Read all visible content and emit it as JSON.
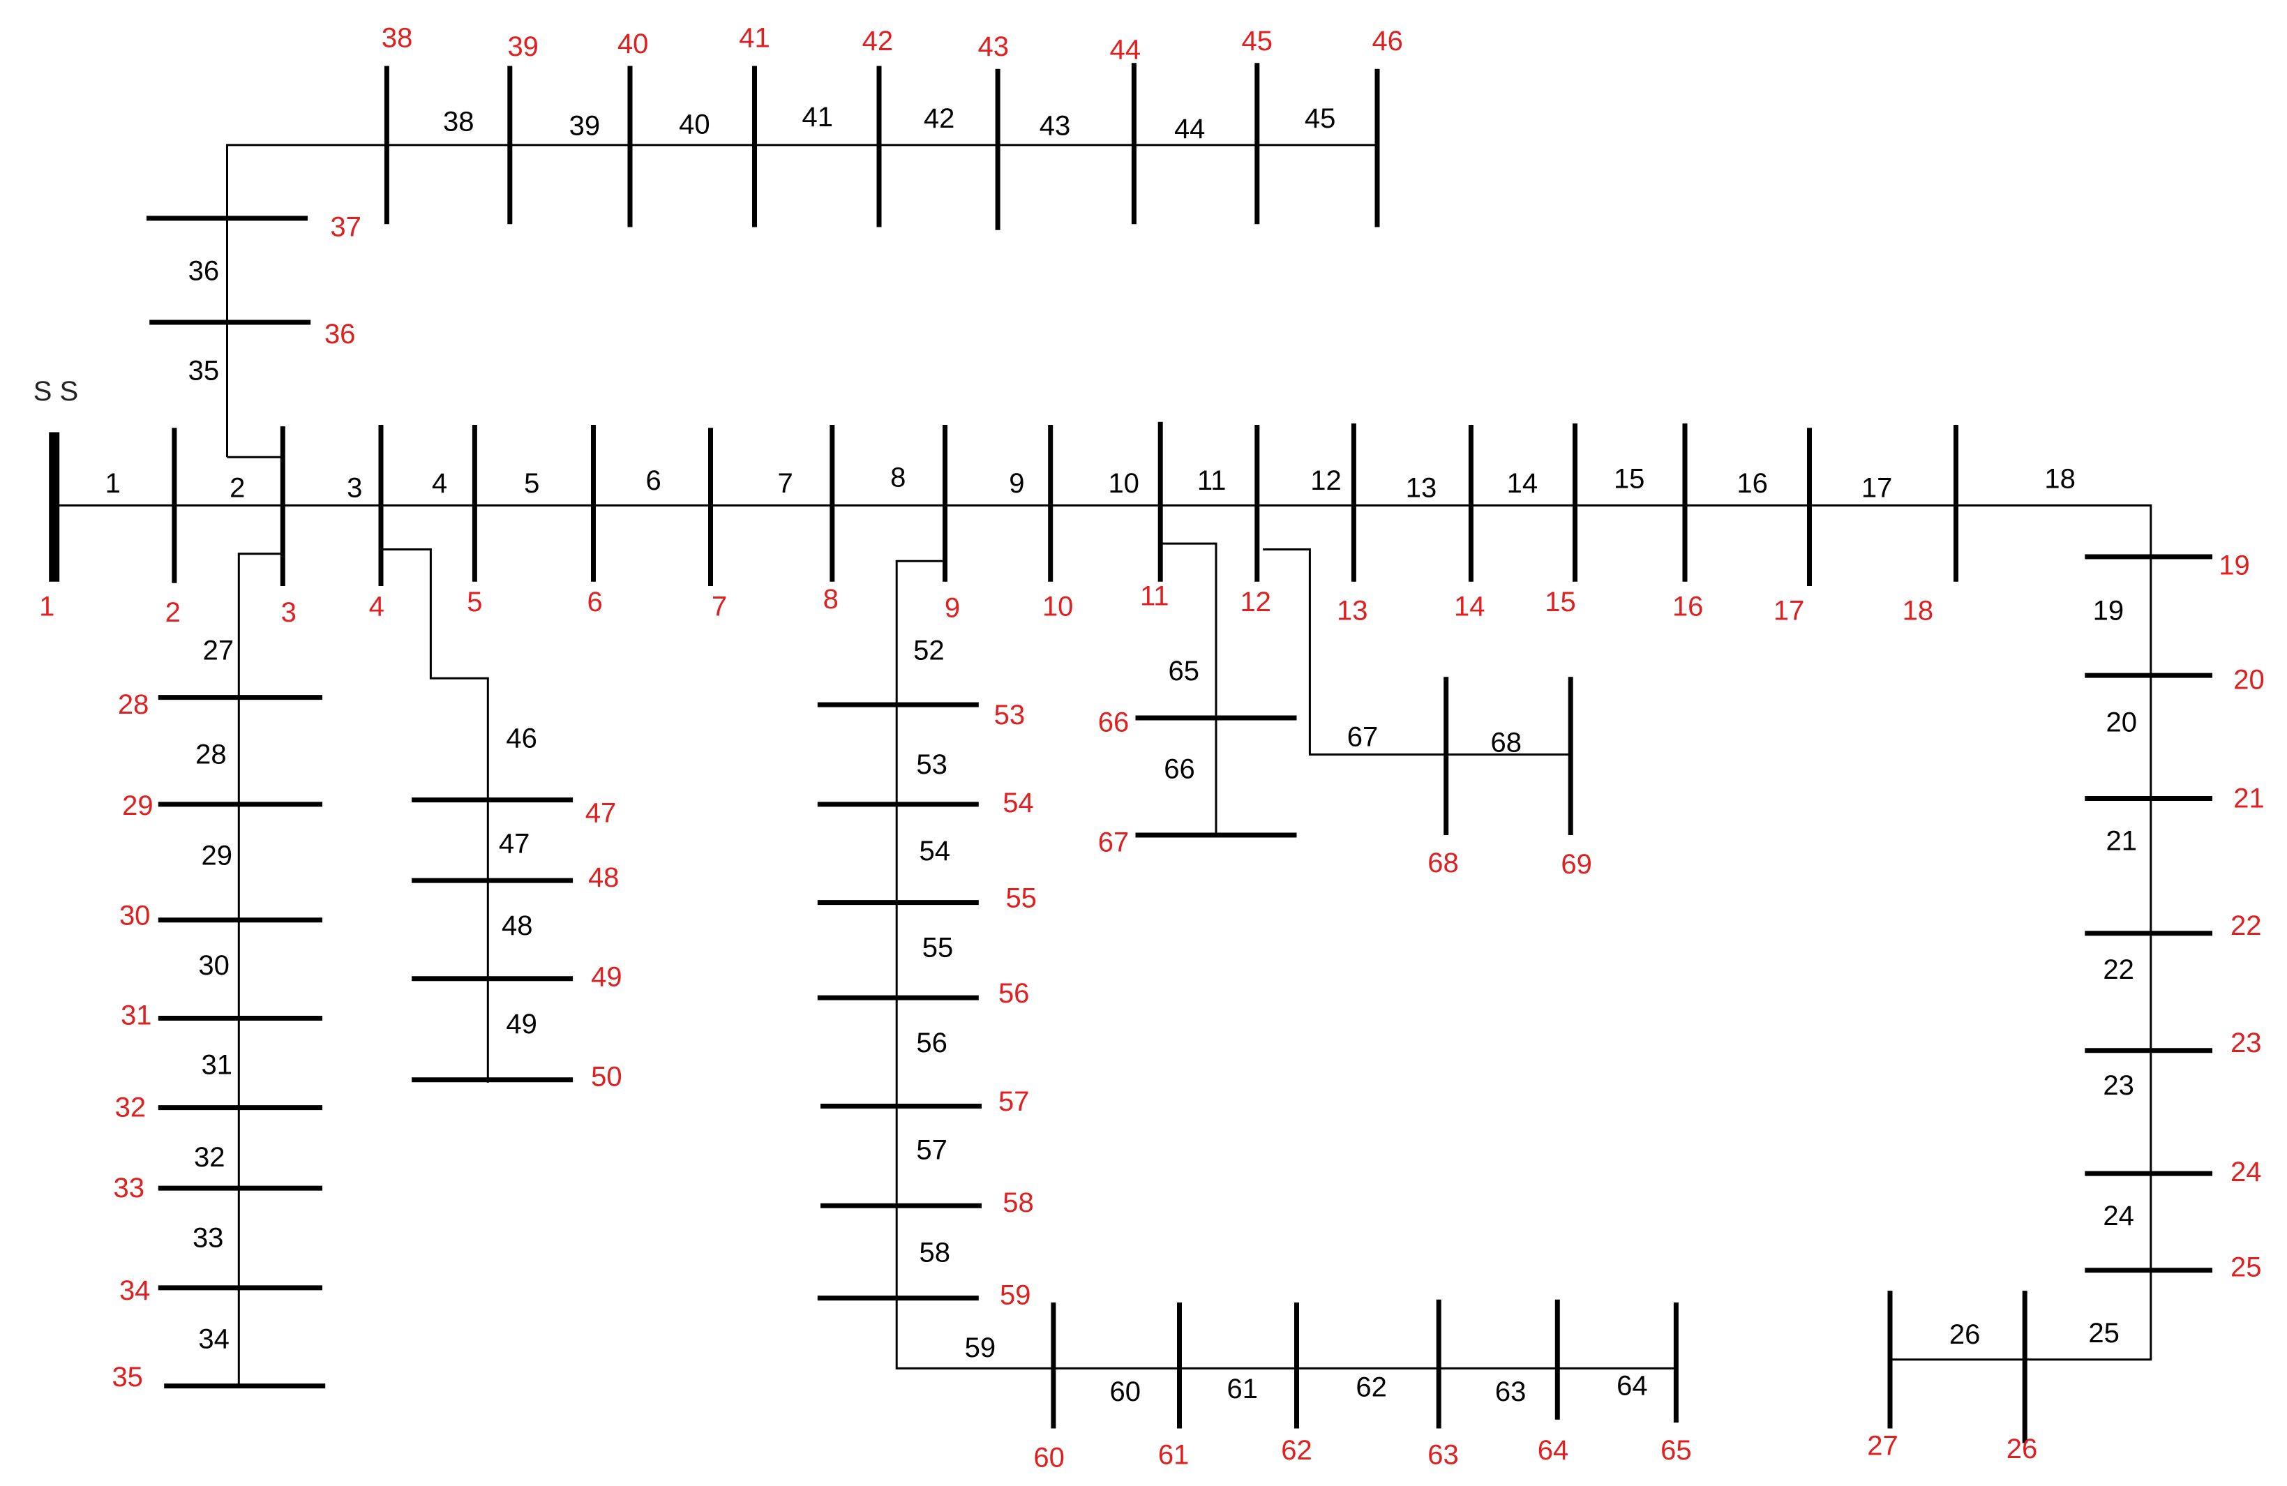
{
  "diagram": {
    "substation_label": "S S",
    "colors": {
      "bus_label": "#e02020",
      "line_label": "#000000",
      "bus_bar": "#000000"
    },
    "bus_labels": [
      "1",
      "2",
      "3",
      "4",
      "5",
      "6",
      "7",
      "8",
      "9",
      "10",
      "11",
      "12",
      "13",
      "14",
      "15",
      "16",
      "17",
      "18",
      "19",
      "20",
      "21",
      "22",
      "23",
      "24",
      "25",
      "26",
      "27",
      "28",
      "29",
      "30",
      "31",
      "32",
      "33",
      "34",
      "35",
      "36",
      "37",
      "38",
      "39",
      "40",
      "41",
      "42",
      "43",
      "44",
      "45",
      "46",
      "47",
      "48",
      "49",
      "50",
      "53",
      "54",
      "55",
      "56",
      "57",
      "58",
      "59",
      "60",
      "61",
      "62",
      "63",
      "64",
      "65",
      "66",
      "67",
      "68",
      "69"
    ],
    "line_labels": [
      "1",
      "2",
      "3",
      "4",
      "5",
      "6",
      "7",
      "8",
      "9",
      "10",
      "11",
      "12",
      "13",
      "14",
      "15",
      "16",
      "17",
      "18",
      "19",
      "20",
      "21",
      "22",
      "23",
      "24",
      "25",
      "26",
      "27",
      "28",
      "29",
      "30",
      "31",
      "32",
      "33",
      "34",
      "35",
      "36",
      "38",
      "39",
      "40",
      "41",
      "42",
      "43",
      "44",
      "45",
      "46",
      "47",
      "48",
      "49",
      "52",
      "53",
      "54",
      "55",
      "56",
      "57",
      "58",
      "59",
      "60",
      "61",
      "62",
      "63",
      "64",
      "65",
      "66",
      "67",
      "68"
    ]
  }
}
